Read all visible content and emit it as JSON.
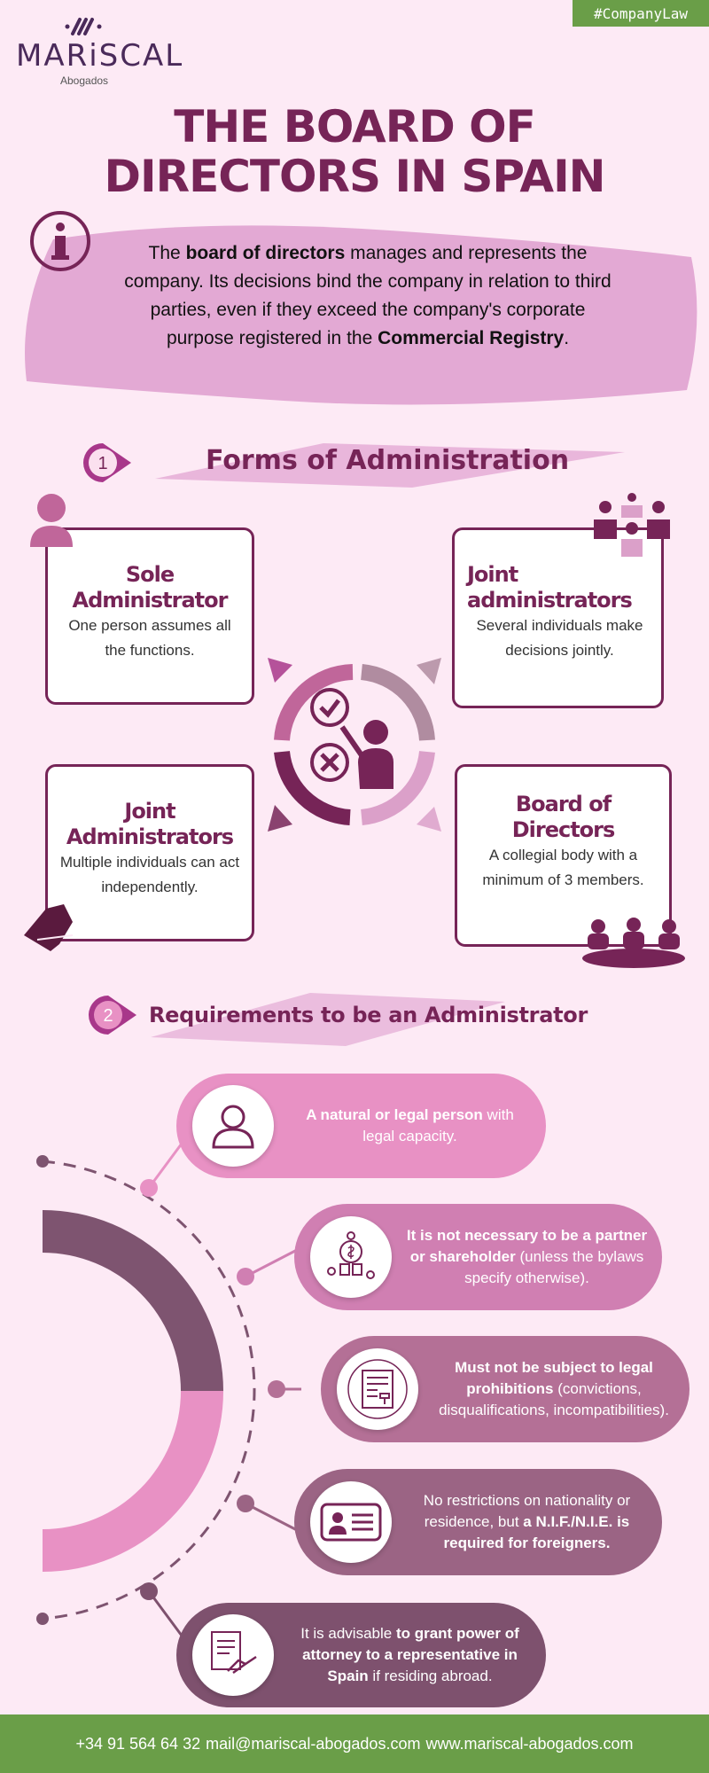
{
  "tag": "#CompanyLaw",
  "logo": {
    "name": "MARiSCAL",
    "sub": "Abogados"
  },
  "title": [
    "THE BOARD OF",
    "DIRECTORS IN SPAIN"
  ],
  "intro": {
    "p1": "The ",
    "b1": "board of directors",
    "p2": " manages and represents the company. Its decisions bind the company in relation to third parties, even if they exceed the company's corporate purpose registered in the ",
    "b2": "Commercial Registry",
    "p3": "."
  },
  "section1": {
    "number": "1",
    "title": "Forms of Administration"
  },
  "cards": [
    {
      "title": "Sole Administrator",
      "desc": "One person assumes all the functions."
    },
    {
      "title": "Joint administrators",
      "desc": "Several individuals make decisions jointly."
    },
    {
      "title": "Joint Administrators",
      "desc": "Multiple individuals can act independently."
    },
    {
      "title": "Board of Directors",
      "desc": "A collegial body with a minimum of 3 members."
    }
  ],
  "section2": {
    "number": "2",
    "title": "Requirements to be an Administrator"
  },
  "requirements": [
    {
      "b": "A natural or legal person",
      "t": " with legal capacity."
    },
    {
      "b": "It is not necessary to be a partner or shareholder",
      "t": " (unless the bylaws specify otherwise)."
    },
    {
      "b": "Must not be subject to legal prohibitions",
      "t": " (convictions, disqualifications, incompatibilities)."
    },
    {
      "pre": "No restrictions on nationality or residence, but ",
      "b": "a N.I.F./N.I.E. is required for foreigners."
    },
    {
      "pre": "It is advisable ",
      "b": "to grant power of attorney to a representative in Spain",
      "t": " if residing abroad."
    }
  ],
  "footer": {
    "phone": "+34 91 564 64 32",
    "email": "mail@mariscal-abogados.com",
    "web": "www.mariscal-abogados.com"
  },
  "colors": {
    "primary": "#762457",
    "background": "#fdeaf5",
    "brush": "#e3a9d4",
    "green": "#6a9e48"
  }
}
